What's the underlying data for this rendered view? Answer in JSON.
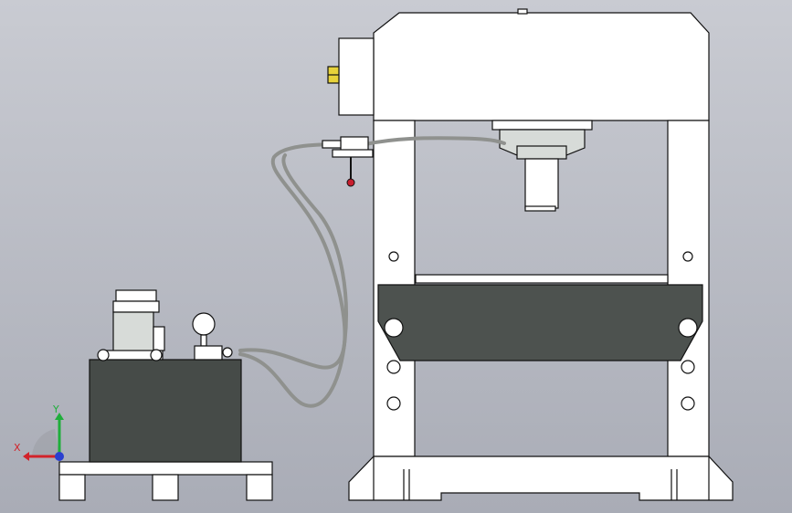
{
  "viewport": {
    "background_top": "#c9cbd2",
    "background_bottom": "#a9acb6",
    "view": "front"
  },
  "triad": {
    "x_label": "X",
    "y_label": "Y",
    "x_color": "#d2232a",
    "y_color": "#1fae3b",
    "z_color": "#2a3fd0"
  },
  "model": {
    "frame_color": "#ffffff",
    "bed_color": "#4d524f",
    "tank_color": "#464b48",
    "edge_color": "#111111",
    "hose_color": "#8f918e",
    "warning_color": "#e7d23a",
    "valve_knob_color": "#c81e2e",
    "components": [
      "press-frame",
      "press-crown",
      "hydraulic-cylinder",
      "press-bed",
      "work-table",
      "hydraulic-power-unit",
      "electric-motor",
      "pressure-gauge",
      "hydraulic-hoses",
      "control-valve",
      "pallet-base"
    ]
  }
}
